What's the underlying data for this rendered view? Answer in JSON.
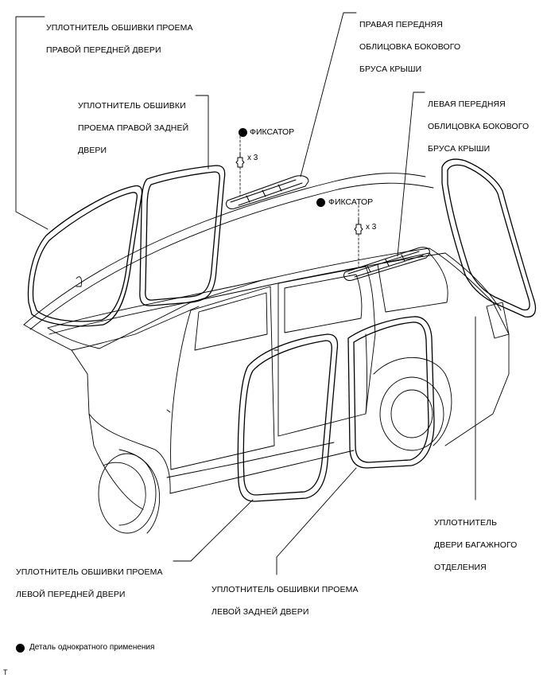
{
  "labels": {
    "right_front_door_weatherstrip": [
      "УПЛОТНИТЕЛЬ ОБШИВКИ ПРОЕМА",
      "ПРАВОЙ ПЕРЕДНЕЙ ДВЕРИ"
    ],
    "right_rear_door_weatherstrip": [
      "УПЛОТНИТЕЛЬ ОБШИВКИ",
      "ПРОЕМА ПРАВОЙ ЗАДНЕЙ",
      "ДВЕРИ"
    ],
    "right_front_roof_side_garnish": [
      "ПРАВАЯ ПЕРЕДНЯЯ",
      "ОБЛИЦОВКА БОКОВОГО",
      "БРУСА КРЫШИ"
    ],
    "left_front_roof_side_garnish": [
      "ЛЕВАЯ ПЕРЕДНЯЯ",
      "ОБЛИЦОВКА БОКОВОГО",
      "БРУСА КРЫШИ"
    ],
    "back_door_weatherstrip": [
      "УПЛОТНИТЕЛЬ",
      "ДВЕРИ БАГАЖНОГО",
      "ОТДЕЛЕНИЯ"
    ],
    "left_front_door_weatherstrip": [
      "УПЛОТНИТЕЛЬ ОБШИВКИ ПРОЕМА",
      "ЛЕВОЙ ПЕРЕДНЕЙ ДВЕРИ"
    ],
    "left_rear_door_weatherstrip": [
      "УПЛОТНИТЕЛЬ ОБШИВКИ ПРОЕМА",
      "ЛЕВОЙ ЗАДНЕЙ ДВЕРИ"
    ]
  },
  "clips": [
    {
      "label": "ФИКСАТОР",
      "quantity": "x 3"
    },
    {
      "label": "ФИКСАТОР",
      "quantity": "x 3"
    }
  ],
  "legend": {
    "icon": "filled-circle",
    "text": "Деталь однократного применения"
  },
  "figure_id": "T"
}
